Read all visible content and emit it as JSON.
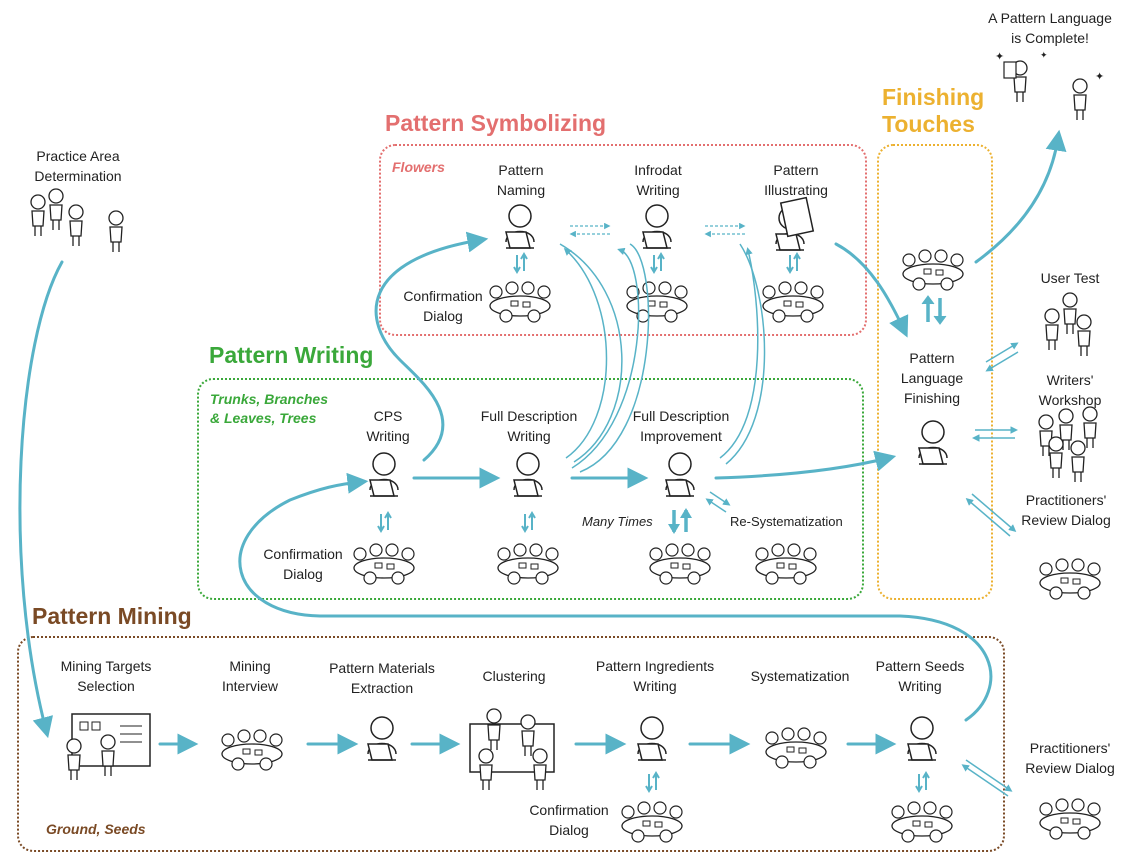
{
  "colors": {
    "arrow": "#58b3c7",
    "symbolizing": "#e36f6f",
    "writing": "#3aa83a",
    "mining": "#7a4a25",
    "finishing": "#ecb130"
  },
  "top": {
    "line1": "A Pattern Language",
    "line2": "is Complete!"
  },
  "practice_area": {
    "line1": "Practice Area",
    "line2": "Determination"
  },
  "symbolizing": {
    "title": "Pattern Symbolizing",
    "sub": "Flowers",
    "naming": {
      "line1": "Pattern",
      "line2": "Naming"
    },
    "intro": {
      "line1": "Infrodat",
      "line2": "Writing"
    },
    "illustrating": {
      "line1": "Pattern",
      "line2": "Illustrating"
    },
    "confirm": {
      "line1": "Confirmation",
      "line2": "Dialog"
    }
  },
  "writing": {
    "title": "Pattern Writing",
    "sub1": "Trunks, Branches",
    "sub2": "& Leaves, Trees",
    "cps": {
      "line1": "CPS",
      "line2": "Writing"
    },
    "full": {
      "line1": "Full Description",
      "line2": "Writing"
    },
    "improve": {
      "line1": "Full Description",
      "line2": "Improvement"
    },
    "many_times": "Many Times",
    "resys": "Re-Systematization",
    "confirm": {
      "line1": "Confirmation",
      "line2": "Dialog"
    }
  },
  "finishing": {
    "title1": "Finishing",
    "title2": "Touches",
    "step": {
      "line1": "Pattern",
      "line2": "Language",
      "line3": "Finishing"
    }
  },
  "right": {
    "user_test": "User Test",
    "writers": {
      "line1": "Writers'",
      "line2": "Workshop"
    },
    "practitioners": {
      "line1": "Practitioners'",
      "line2": "Review Dialog"
    },
    "practitioners2": {
      "line1": "Practitioners'",
      "line2": "Review Dialog"
    }
  },
  "mining": {
    "title": "Pattern Mining",
    "sub": "Ground, Seeds",
    "targets": {
      "line1": "Mining Targets",
      "line2": "Selection"
    },
    "interview": {
      "line1": "Mining",
      "line2": "Interview"
    },
    "extraction": {
      "line1": "Pattern Materials",
      "line2": "Extraction"
    },
    "clustering": "Clustering",
    "ingredients": {
      "line1": "Pattern Ingredients",
      "line2": "Writing"
    },
    "systematization": "Systematization",
    "seeds": {
      "line1": "Pattern Seeds",
      "line2": "Writing"
    },
    "confirm": {
      "line1": "Confirmation",
      "line2": "Dialog"
    }
  }
}
